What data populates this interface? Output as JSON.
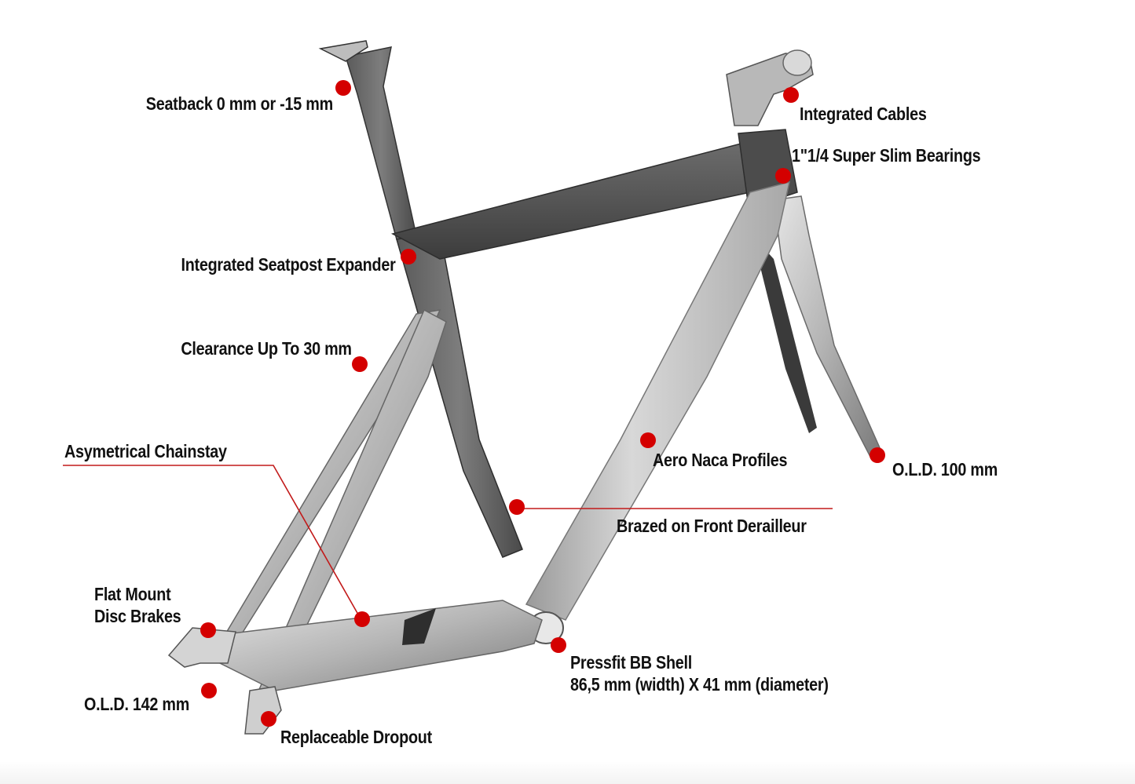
{
  "colors": {
    "marker": "#d40000",
    "leader_line": "#c21a1a",
    "frame_light": "#c9c9c9",
    "frame_mid": "#8f8f8f",
    "frame_dark": "#3e3e3e",
    "text": "#111111"
  },
  "callouts": {
    "seatback": "Seatback 0 mm or -15 mm",
    "integrated_cables": "Integrated Cables",
    "super_slim_bearings": "1\"1/4 Super Slim Bearings",
    "seatpost_expander": "Integrated Seatpost Expander",
    "clearance": "Clearance Up To 30 mm",
    "asymetrical_chainstay": "Asymetrical Chainstay",
    "aero_naca": "Aero Naca Profiles",
    "old_front": "O.L.D. 100 mm",
    "brazed_fd": "Brazed  on Front Derailleur",
    "flat_mount_line1": "Flat Mount",
    "flat_mount_line2": "Disc Brakes",
    "pressfit_line1": "Pressfit BB Shell",
    "pressfit_line2": "86,5 mm (width) X 41 mm (diameter)",
    "old_rear": "O.L.D. 142 mm",
    "replaceable_dropout": "Replaceable Dropout"
  }
}
